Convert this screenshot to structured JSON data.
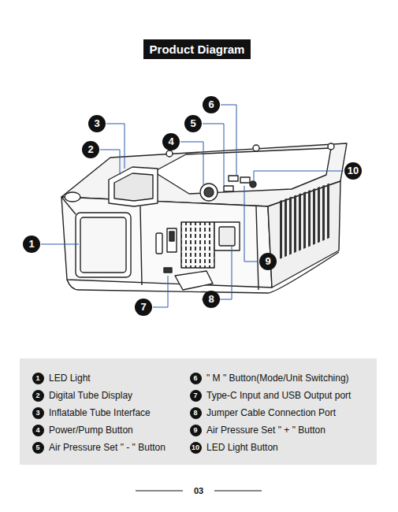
{
  "diagram": {
    "title": "Product Diagram",
    "labels": [
      "3",
      "2",
      "1",
      "4",
      "5",
      "6",
      "10",
      "9",
      "8",
      "7",
      "1",
      "LED Light",
      "2",
      "Digital Tube Display",
      "3",
      "Inflatable Tube Interface",
      "4",
      "Power/Pump Button",
      "5",
      "Air Pressure Set \" - \" Button",
      "6",
      "\" M \" Button(Mode/Unit Switching)",
      "7",
      "Type-C Input and USB Output port",
      "8",
      "Jumper Cable Connection Port",
      "9",
      "Air Pressure Set \" + \" Button",
      "10",
      "LED Light Button",
      "03"
    ]
  }
}
